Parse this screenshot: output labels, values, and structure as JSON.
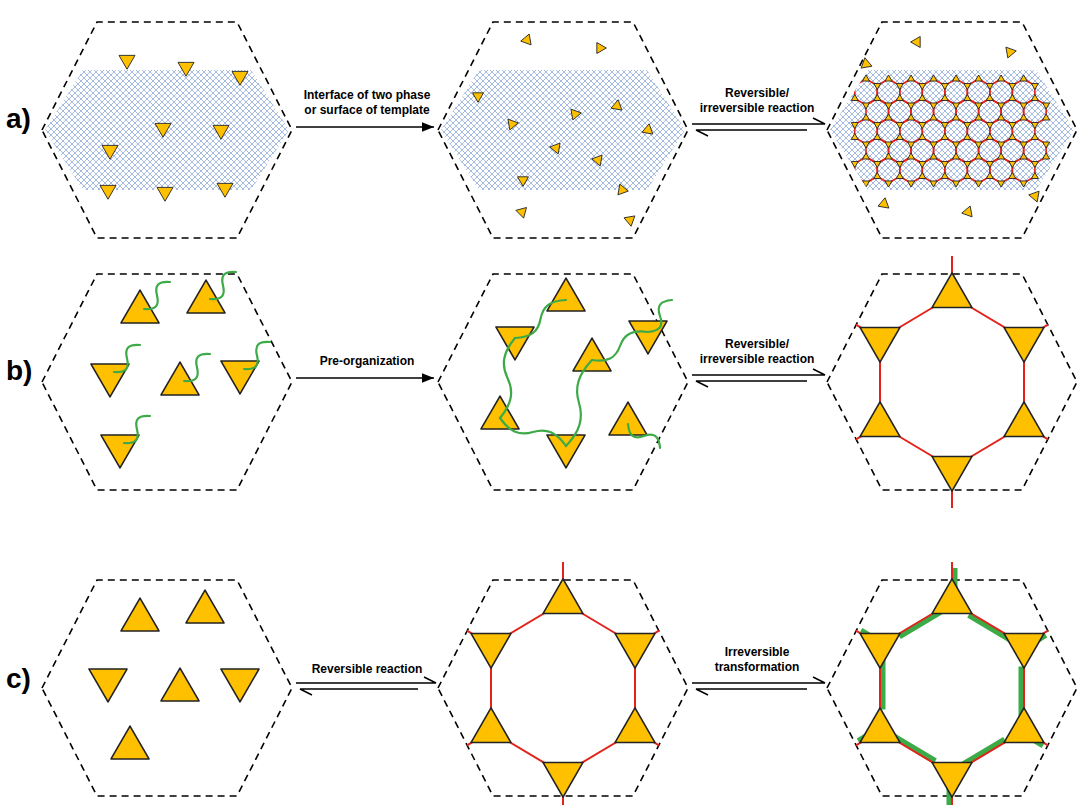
{
  "diagram": {
    "labels": [
      "a)",
      "Interface of two phase or surface of template",
      "Reversible/ irreversible reaction",
      "b)",
      "Pre-organization",
      "Reversible/ irreversible reaction",
      "c)",
      "Reversible reaction",
      "Irreversible transformation"
    ]
  }
}
